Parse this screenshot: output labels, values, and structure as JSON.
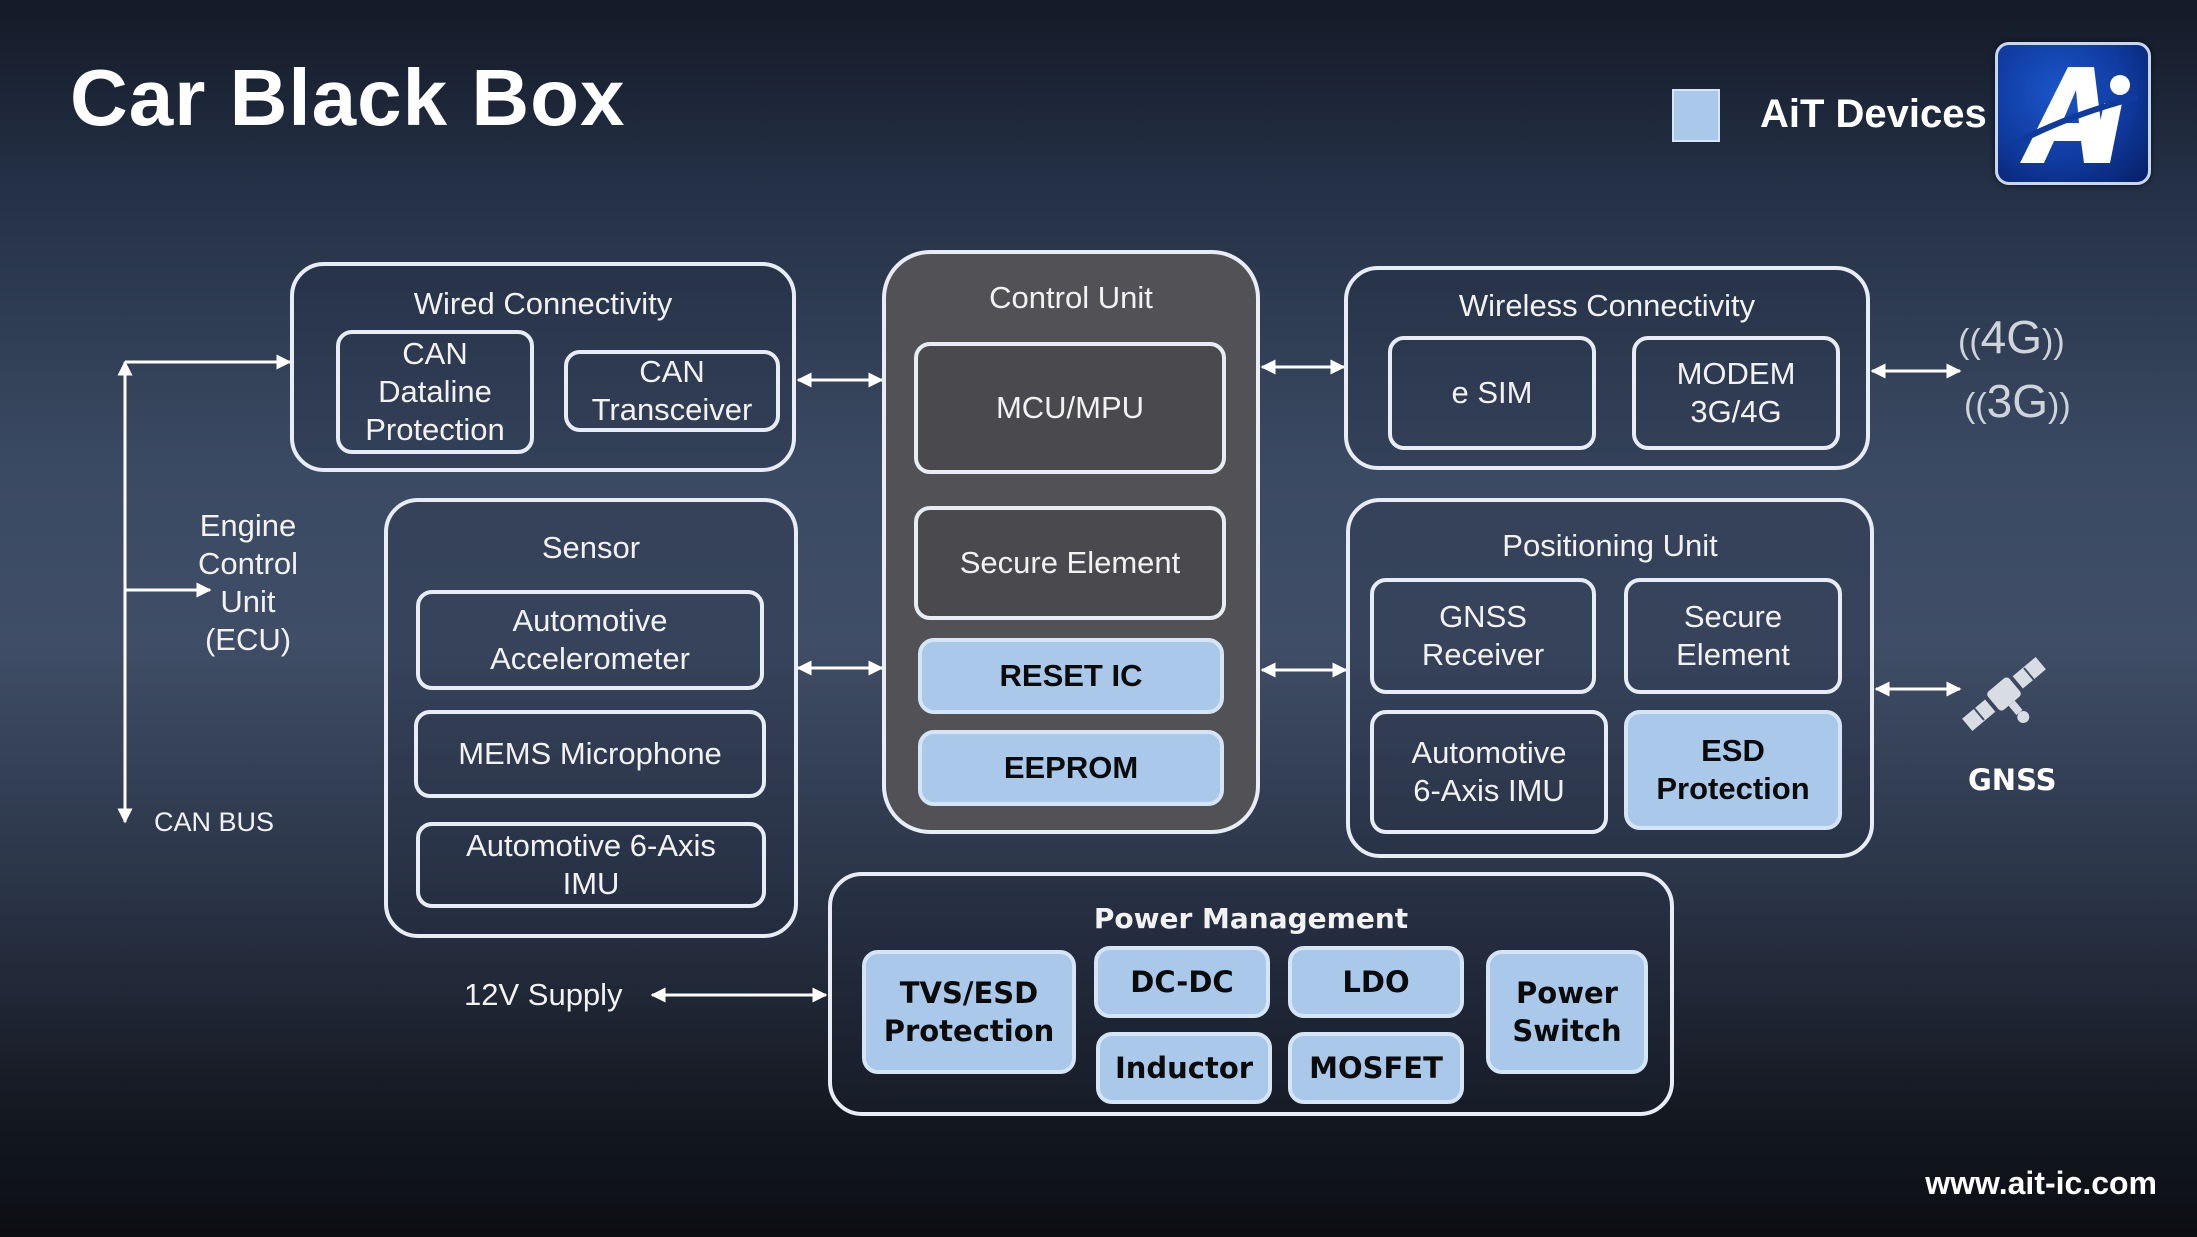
{
  "title": "Car Black Box",
  "legend": {
    "label": "AiT Devices",
    "color": "#a9c8ea"
  },
  "logo": {
    "text": "Ai"
  },
  "wired": {
    "title": "Wired Connectivity",
    "items": [
      "CAN\nDataline\nProtection",
      "CAN\nTransceiver"
    ]
  },
  "control": {
    "title": "Control Unit",
    "items": [
      "MCU/MPU",
      "Secure Element",
      "RESET IC",
      "EEPROM"
    ]
  },
  "wireless": {
    "title": "Wireless Connectivity",
    "items": [
      "e SIM",
      "MODEM\n3G/4G"
    ]
  },
  "sensor": {
    "title": "Sensor",
    "items": [
      "Automotive\nAccelerometer",
      "MEMS Microphone",
      "Automotive 6-Axis\nIMU"
    ]
  },
  "positioning": {
    "title": "Positioning Unit",
    "items": [
      "GNSS\nReceiver",
      "Secure\nElement",
      "Automotive\n6-Axis IMU",
      "ESD\nProtection"
    ]
  },
  "power": {
    "title": "Power Management",
    "items": [
      "TVS/ESD\nProtection",
      "DC-DC",
      "LDO",
      "Inductor",
      "MOSFET",
      "Power\nSwitch"
    ]
  },
  "labels": {
    "ecu": "Engine\nControl\nUnit\n(ECU)",
    "canbus": "CAN BUS",
    "supply": "12V Supply",
    "gnss": "GNSS",
    "net4g": "4G",
    "net3g": "3G"
  },
  "url": "www.ait-ic.com"
}
